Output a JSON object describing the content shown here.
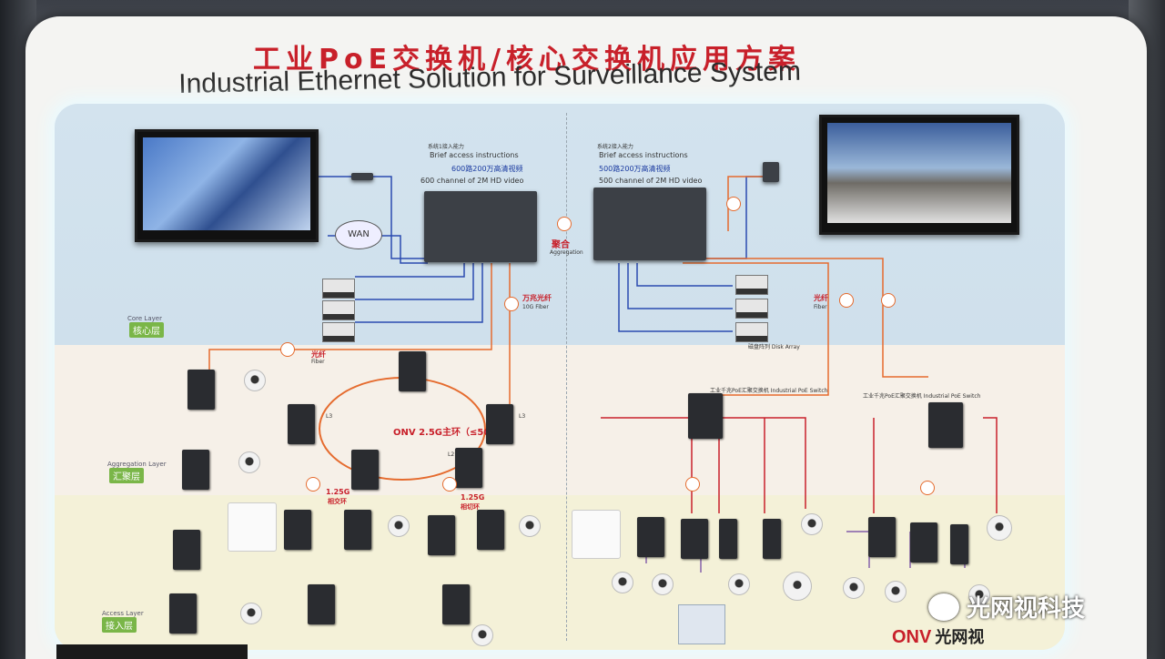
{
  "title": {
    "cn": "工业PoE交换机/核心交换机应用方案",
    "en": "Industrial Ethernet Solution for Surveillance System"
  },
  "layers": {
    "core": {
      "en": "Core Layer",
      "cn": "核心层"
    },
    "aggregation": {
      "en": "Aggregation Layer",
      "cn": "汇聚层"
    },
    "access": {
      "en": "Access Layer",
      "cn": "接入层"
    }
  },
  "left_system": {
    "heading": "系统1接入能力",
    "brief": "Brief access instructions",
    "cn_capacity": "600路200万高清视频",
    "en_capacity": "600 channel of 2M HD video"
  },
  "right_system": {
    "heading": "系统2接入能力",
    "brief": "Brief access instructions",
    "cn_capacity": "500路200万高清视频",
    "en_capacity": "500 channel of 2M HD video"
  },
  "labels": {
    "wan": "WAN",
    "aggregation_cn": "聚合",
    "aggregation_en": "Aggregation",
    "fiber_10g_cn": "万兆光纤",
    "fiber_10g_en": "10G Fiber",
    "fiber_cn": "光纤",
    "fiber_en": "Fiber",
    "ring": "ONV 2.5G主环（≤50ms）",
    "l3": "L3",
    "l2": "L2",
    "speed_125g_a": "1.25G",
    "sub_ring_a": "相交环",
    "speed_125g_b": "1.25G",
    "sub_ring_b": "相切环",
    "disk_array": "磁盘阵列 Disk Array",
    "industrial_poe_switch": "工业千兆PoE汇聚交换机 Industrial PoE Switch",
    "industrial_poe_switch_2": "工业千兆PoE汇聚交换机 Industrial PoE Switch"
  },
  "brand": {
    "logo": "ONV",
    "cn": "光网视"
  },
  "watermark": "光网视科技"
}
